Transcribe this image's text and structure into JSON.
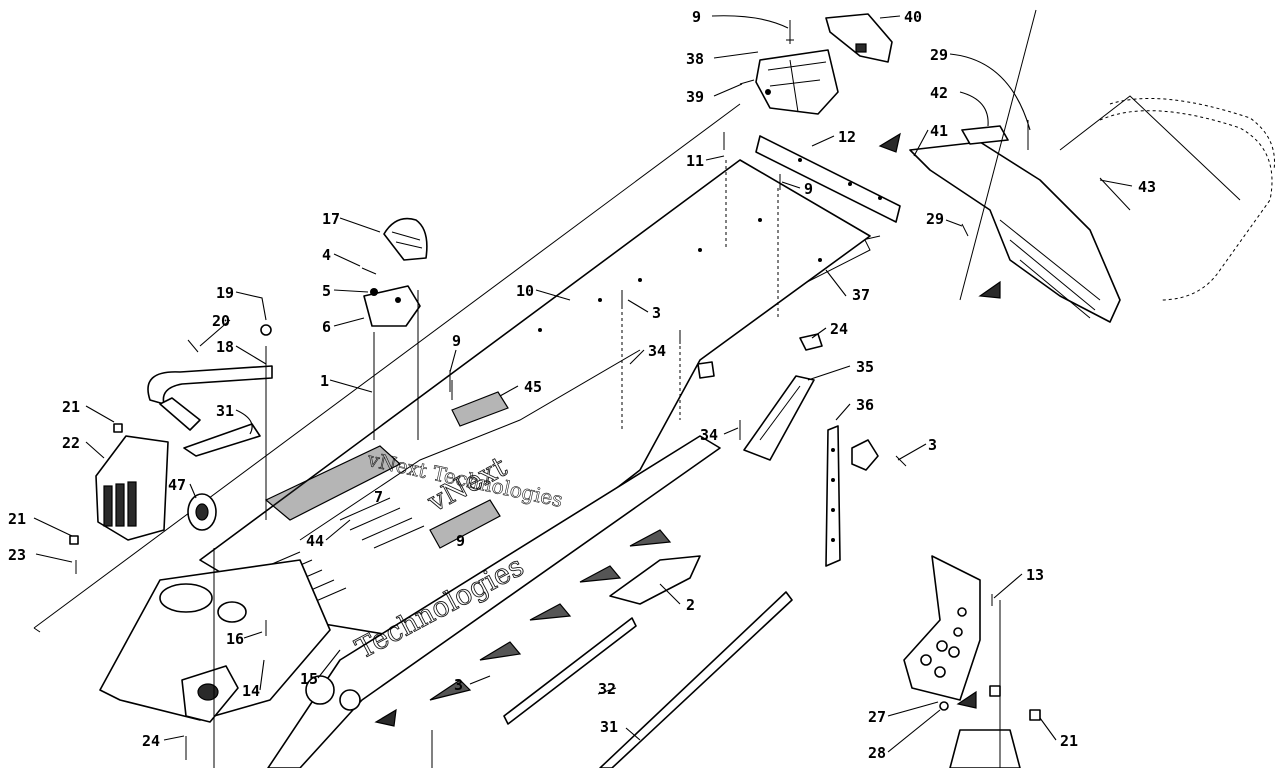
{
  "watermark": {
    "line1": "vNext",
    "line2": "Technologies",
    "line3": "vNext Technologies"
  },
  "callouts": {
    "c9a": "9",
    "c40": "40",
    "c38": "38",
    "c39": "39",
    "c29a": "29",
    "c42": "42",
    "c41": "41",
    "c12": "12",
    "c11": "11",
    "c9b": "9",
    "c43": "43",
    "c29b": "29",
    "c17": "17",
    "c4": "4",
    "c5": "5",
    "c6": "6",
    "c10": "10",
    "c37": "37",
    "c19": "19",
    "c20": "20",
    "c18": "18",
    "c1": "1",
    "c3a": "3",
    "c24a": "24",
    "c9c": "9",
    "c34a": "34",
    "c35": "35",
    "c21a": "21",
    "c45": "45",
    "c31a": "31",
    "c36": "36",
    "c22": "22",
    "c34b": "34",
    "c3b": "3",
    "c47": "47",
    "c7": "7",
    "c21b": "21",
    "c44": "44",
    "c23": "23",
    "c9d": "9",
    "c2": "2",
    "c13": "13",
    "c16": "16",
    "c14": "14",
    "c15": "15",
    "c3c": "3",
    "c32": "32",
    "c27": "27",
    "c24b": "24",
    "c31b": "31",
    "c28": "28",
    "c21c": "21"
  }
}
